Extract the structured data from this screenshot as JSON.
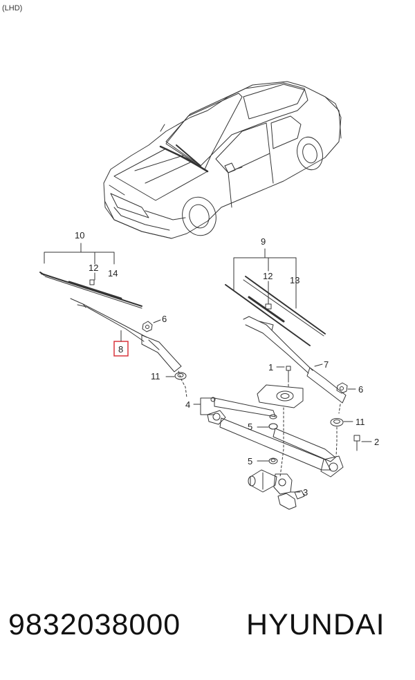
{
  "variant_label": "(LHD)",
  "callouts": [
    {
      "id": "10",
      "label": "10"
    },
    {
      "id": "12a",
      "label": "12"
    },
    {
      "id": "14",
      "label": "14"
    },
    {
      "id": "6a",
      "label": "6"
    },
    {
      "id": "8",
      "label": "8",
      "highlighted": true
    },
    {
      "id": "11a",
      "label": "11"
    },
    {
      "id": "9",
      "label": "9"
    },
    {
      "id": "12b",
      "label": "12"
    },
    {
      "id": "13",
      "label": "13"
    },
    {
      "id": "1",
      "label": "1"
    },
    {
      "id": "7",
      "label": "7"
    },
    {
      "id": "6b",
      "label": "6"
    },
    {
      "id": "4",
      "label": "4"
    },
    {
      "id": "5a",
      "label": "5"
    },
    {
      "id": "11b",
      "label": "11"
    },
    {
      "id": "2",
      "label": "2"
    },
    {
      "id": "5b",
      "label": "5"
    },
    {
      "id": "3",
      "label": "3"
    }
  ],
  "highlight_color": "#d9343b",
  "footer": {
    "part_number": "9832038000",
    "brand": "HYUNDAI"
  }
}
